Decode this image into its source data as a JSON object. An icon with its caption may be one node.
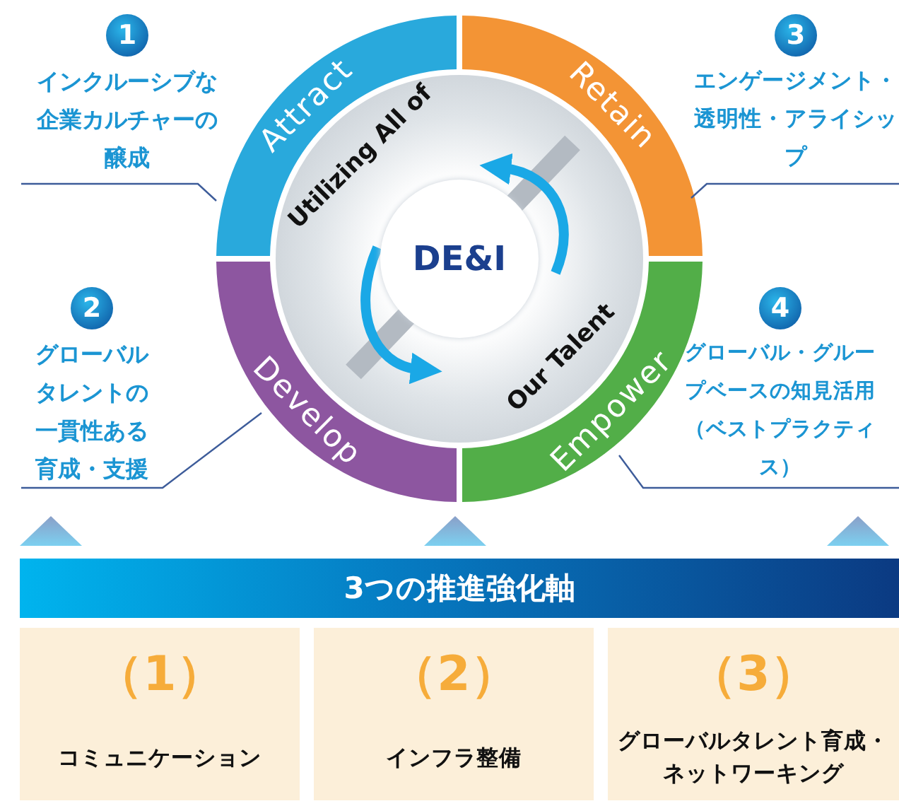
{
  "diagram": {
    "nodes": [
      {
        "text": [
          "Attract"
        ]
      },
      {
        "text": [
          "Retain"
        ]
      },
      {
        "text": [
          "Develop"
        ]
      },
      {
        "text": [
          "Empower"
        ]
      },
      {
        "text": [
          "Utilizing All of",
          "Our Talent"
        ]
      },
      {
        "text": [
          "DE&I"
        ],
        "in": 4
      },
      {
        "text": [
          "1",
          "インクルーシブな企業カルチャーの醸成"
        ]
      },
      {
        "text": [
          "2",
          "グローバルタレントの一貫性ある育成・支援"
        ]
      },
      {
        "text": [
          "3",
          "エンゲージメント・透明性・アライシップ"
        ]
      },
      {
        "text": [
          "4",
          "グローバル・グループベースの知見活用（ベストプラクティス）"
        ]
      },
      {
        "text": [
          "3つの推進強化軸"
        ]
      },
      {
        "text": [
          "（1）",
          "コミュニケーション"
        ]
      },
      {
        "text": [
          "（2）",
          "インフラ整備"
        ]
      },
      {
        "text": [
          "（3）",
          "グローバルタレント育成・ネットワーキング"
        ]
      }
    ],
    "edges": [
      {
        "from": 6,
        "to": 0,
        "arrow": "none"
      },
      {
        "from": 7,
        "to": 2,
        "arrow": "none"
      },
      {
        "from": 8,
        "to": 1,
        "arrow": "none"
      },
      {
        "from": 9,
        "to": 3,
        "arrow": "none"
      }
    ]
  }
}
